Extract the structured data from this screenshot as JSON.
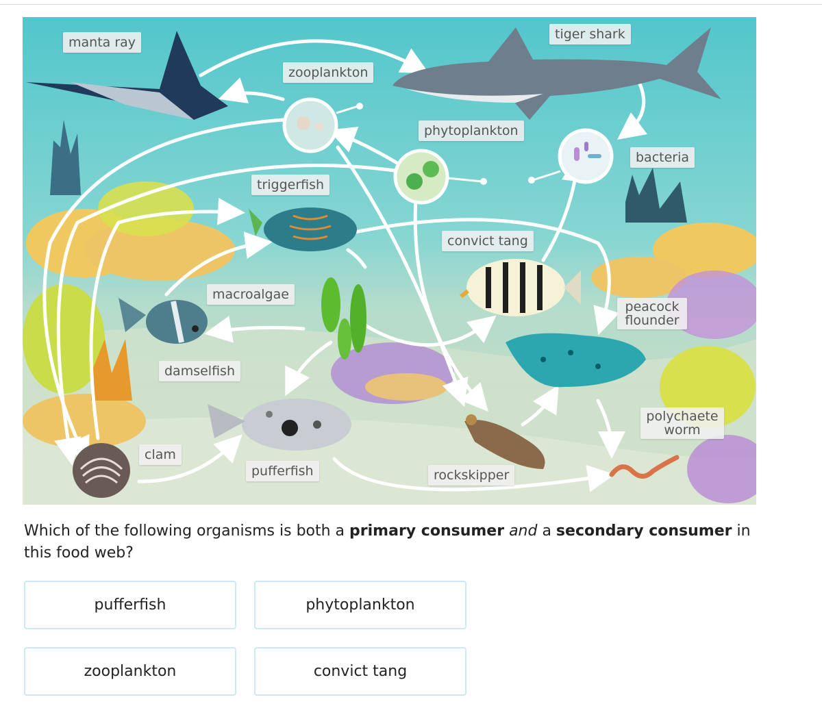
{
  "food_web": {
    "organisms": {
      "manta_ray": "manta ray",
      "tiger_shark": "tiger shark",
      "zooplankton": "zooplankton",
      "phytoplankton": "phytoplankton",
      "bacteria": "bacteria",
      "triggerfish": "triggerfish",
      "convict_tang": "convict tang",
      "macroalgae": "macroalgae",
      "peacock_flounder": "peacock flounder",
      "damselfish": "damselfish",
      "polychaete_worm": "polychaete worm",
      "clam": "clam",
      "pufferfish": "pufferfish",
      "rockskipper": "rockskipper"
    }
  },
  "question": {
    "part1": "Which of the following organisms is both a ",
    "term1": "primary consumer",
    "part2": " ",
    "and_word": "and",
    "part3": " a ",
    "term2": "secondary consumer",
    "part4": " in this food web?"
  },
  "choices": [
    "pufferfish",
    "phytoplankton",
    "zooplankton",
    "convict tang"
  ],
  "colors": {
    "choice_border": "#cdeaf4",
    "water_top": "#4cc3c9",
    "seafloor": "#c9dcc4"
  }
}
